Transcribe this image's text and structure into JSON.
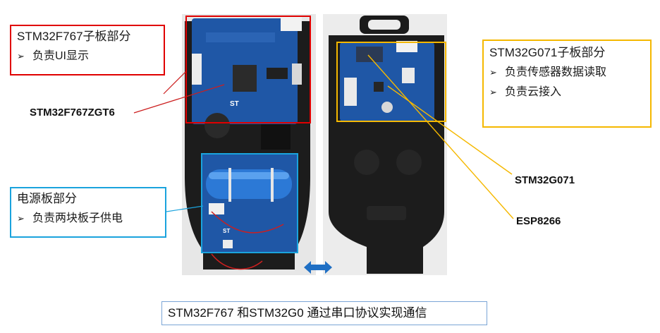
{
  "callouts": {
    "f767": {
      "title": "STM32F767子板部分",
      "bullets": [
        "负责UI显示"
      ],
      "border_color": "#e00000"
    },
    "g071": {
      "title": "STM32G071子板部分",
      "bullets": [
        "负责传感器数据读取",
        "负责云接入"
      ],
      "border_color": "#f5b800"
    },
    "power": {
      "title": "电源板部分",
      "bullets": [
        "负责两块板子供电"
      ],
      "border_color": "#1aa3dd"
    }
  },
  "chip_labels": {
    "f767_chip": "STM32F767ZGT6",
    "g071_chip": "STM32G071",
    "esp_chip": "ESP8266"
  },
  "footer": {
    "caption": "STM32F767 和STM32G0 通过串口协议实现通信"
  },
  "icons": {
    "bullet": "arrow-bullet-icon",
    "connector": "double-arrow-icon"
  },
  "colors": {
    "arrow": "#1f6fc4",
    "pcb": "#1d4f9a",
    "case": "#1b1b1b"
  }
}
